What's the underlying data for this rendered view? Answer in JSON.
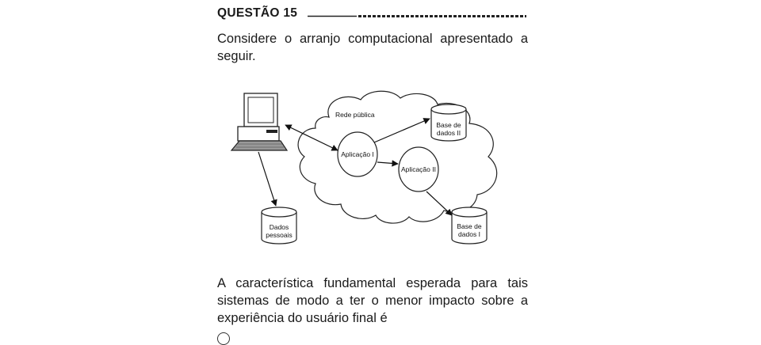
{
  "question": {
    "title": "QUESTÃO 15",
    "intro": "Considere o arranjo computacional apresentado a seguir.",
    "prompt": "A característica fundamental esperada para tais sistemas de modo a ter o menor impacto sobre a experiência do usuário final é"
  },
  "diagram": {
    "cloud_label": "Rede pública",
    "app1_label": "Aplicação I",
    "app2_label": "Aplicação II",
    "db2_line1": "Base de",
    "db2_line2": "dados II",
    "db1_line1": "Base de",
    "db1_line2": "dados I",
    "personal_line1": "Dados",
    "personal_line2": "pessoais",
    "icons": [
      "computer-icon",
      "database-icon"
    ]
  }
}
